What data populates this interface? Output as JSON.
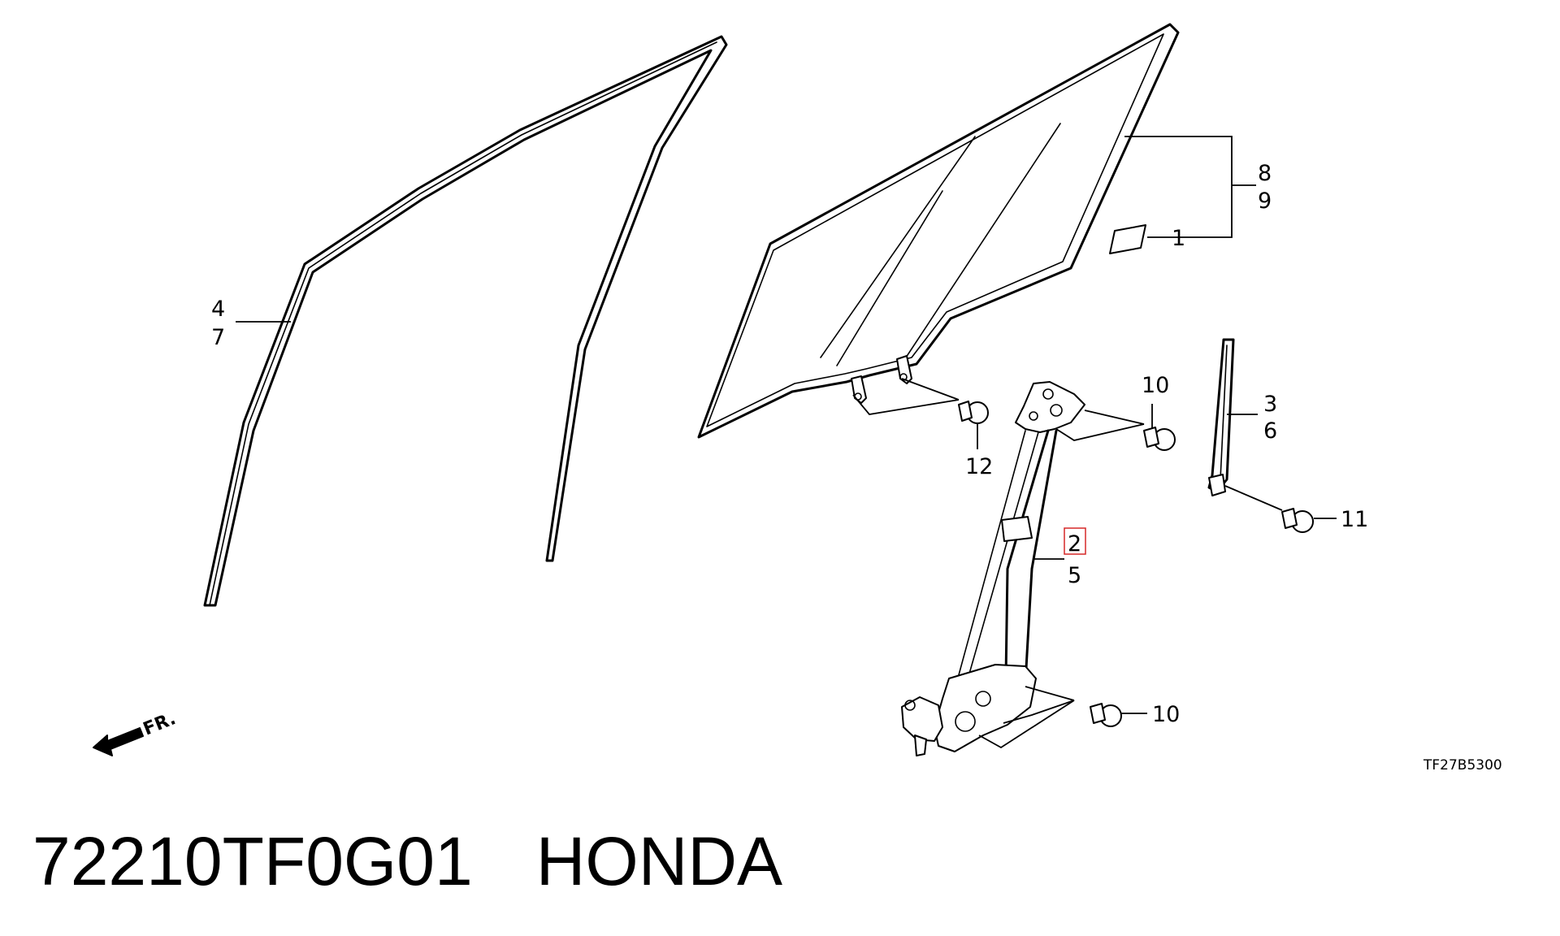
{
  "callouts": {
    "c1": "1",
    "c2": "2",
    "c3": "3",
    "c4": "4",
    "c5": "5",
    "c6": "6",
    "c7": "7",
    "c8": "8",
    "c9": "9",
    "c10a": "10",
    "c10b": "10",
    "c11": "11",
    "c12": "12"
  },
  "direction_label": "FR.",
  "diagram_code": "TF27B5300",
  "part_number": "72210TF0G01",
  "brand": "HONDA",
  "colors": {
    "highlight": "#d62828",
    "line": "#000000"
  }
}
